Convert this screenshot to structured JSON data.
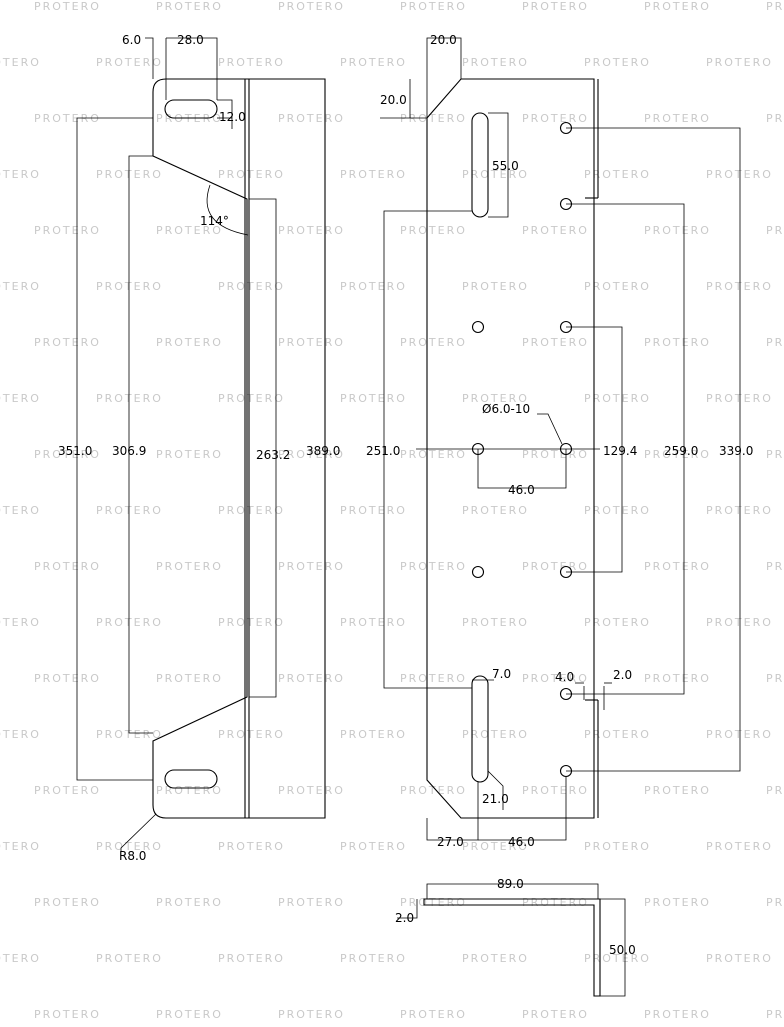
{
  "watermark": "PROTERO",
  "left_view": {
    "dimensions": {
      "top_offset": "6.0",
      "slot_length": "28.0",
      "slot_width": "12.0",
      "angle": "114°",
      "total_height": "351.0",
      "inner_height": "306.9",
      "flange_height": "263.2",
      "overall_height": "389.0",
      "radius": "R8.0"
    }
  },
  "right_view": {
    "dimensions": {
      "chamfer_width": "20.0",
      "chamfer_height": "20.0",
      "slot_length": "55.0",
      "hole_callout": "Ø6.0-10",
      "hole_spacing_x": "46.0",
      "slot_span": "251.0",
      "hole_span_inner": "129.4",
      "hole_span_mid": "259.0",
      "hole_span_outer": "339.0",
      "slot_width": "7.0",
      "notch_depth": "4.0",
      "notch_width": "2.0",
      "slot_bottom_offset": "21.0",
      "edge_offset": "27.0",
      "bottom_hole_spacing": "46.0"
    }
  },
  "bottom_view": {
    "dimensions": {
      "width": "89.0",
      "thickness": "2.0",
      "height": "50.0"
    }
  }
}
